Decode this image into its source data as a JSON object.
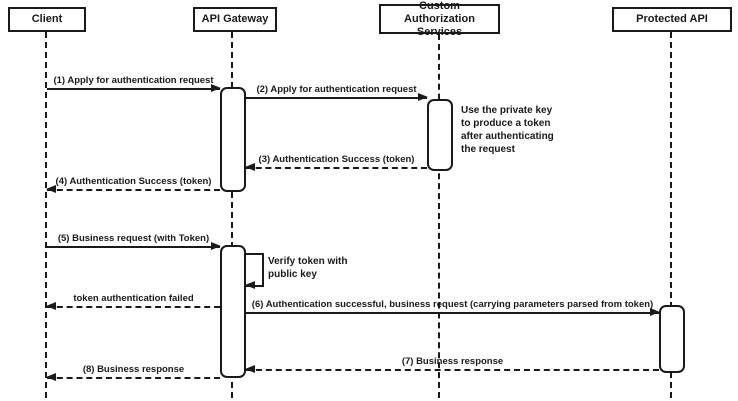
{
  "diagram": {
    "type": "sequence-diagram",
    "participants": [
      {
        "id": "client",
        "label": "Client"
      },
      {
        "id": "api-gateway",
        "label": "API Gateway"
      },
      {
        "id": "custom-authorization-services",
        "label": "Custom Authorization Services"
      },
      {
        "id": "protected-api",
        "label": "Protected API"
      }
    ],
    "messages": [
      {
        "seq": 1,
        "label": "(1) Apply for authentication request",
        "from": "Client",
        "to": "API Gateway",
        "style": "solid"
      },
      {
        "seq": 2,
        "label": "(2) Apply for authentication request",
        "from": "API Gateway",
        "to": "Custom Authorization Services",
        "style": "solid"
      },
      {
        "seq": 3,
        "label": "(3) Authentication Success (token)",
        "from": "Custom Authorization Services",
        "to": "API Gateway",
        "style": "dashed"
      },
      {
        "seq": 4,
        "label": "(4) Authentication Success (token)",
        "from": "API Gateway",
        "to": "Client",
        "style": "dashed"
      },
      {
        "seq": 5,
        "label": "(5) Business request (with Token)",
        "from": "Client",
        "to": "API Gateway",
        "style": "solid"
      },
      {
        "seq": 6,
        "label": "Verify token with public key",
        "from": "API Gateway",
        "to": "API Gateway",
        "style": "self"
      },
      {
        "seq": 7,
        "label": "token authentication failed",
        "from": "API Gateway",
        "to": "Client",
        "style": "dashed"
      },
      {
        "seq": 8,
        "label": "(6) Authentication successful, business request (carrying parameters parsed from token)",
        "from": "API Gateway",
        "to": "Protected API",
        "style": "solid"
      },
      {
        "seq": 9,
        "label": "(7) Business response",
        "from": "Protected API",
        "to": "API Gateway",
        "style": "dashed"
      },
      {
        "seq": 10,
        "label": "(8) Business response",
        "from": "API Gateway",
        "to": "Client",
        "style": "dashed"
      }
    ],
    "note": "Use the private key to produce a token after authenticating the request",
    "colors": {
      "line": "#1a1a1a",
      "background": "#ffffff"
    }
  }
}
